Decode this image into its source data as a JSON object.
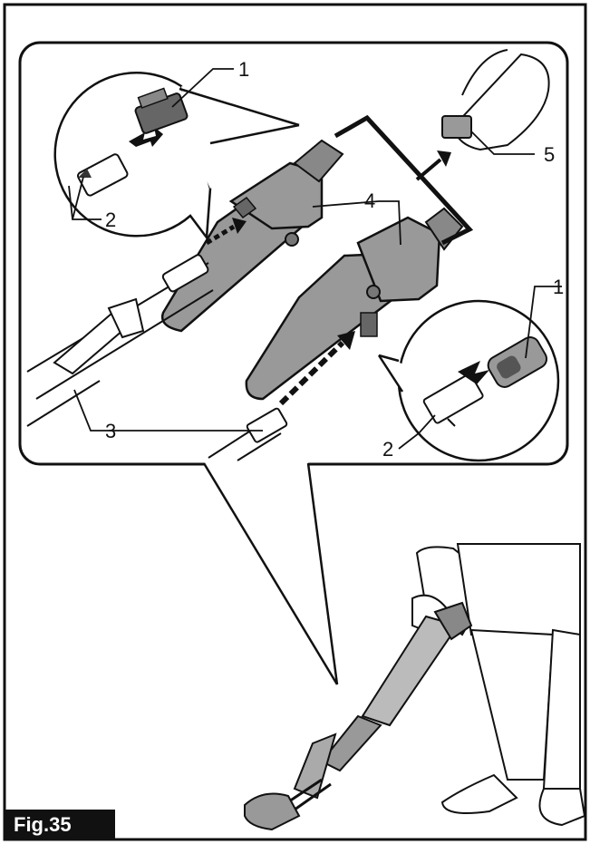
{
  "figure": {
    "label": "Fig.35",
    "callouts": {
      "c1_top": "1",
      "c1_right": "1",
      "c2_left": "2",
      "c2_right": "2",
      "c3": "3",
      "c4": "4",
      "c5": "5"
    }
  }
}
